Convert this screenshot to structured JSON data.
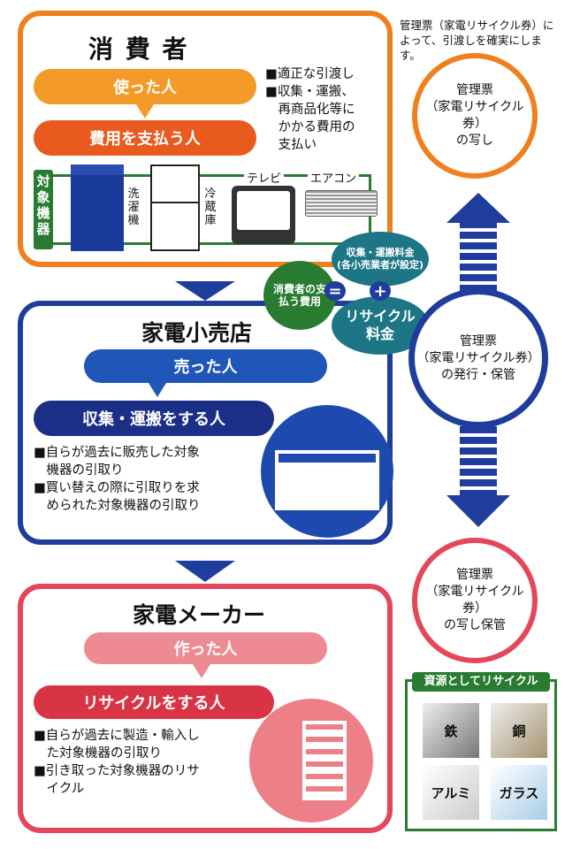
{
  "consumer": {
    "title": "消 費 者",
    "pill1": "使った人",
    "pill2": "費用を支払う人",
    "bullets": [
      "■適正な引渡し",
      "■収集・運搬、",
      "　再商品化等に",
      "　かかる費用の",
      "　支払い"
    ],
    "target_label": "対象機器",
    "appliances": {
      "washer": "洗濯機",
      "fridge": "冷蔵庫",
      "tv": "テレビ",
      "ac": "エアコン"
    }
  },
  "fees": {
    "consumer_cost": "消費者の支払う費用",
    "equals": "=",
    "plus": "+",
    "collection_fee": "収集・運搬料金",
    "collection_note": "(各小売業者が設定)",
    "recycling_fee": "リサイクル料金"
  },
  "retailer": {
    "title": "家電小売店",
    "pill1": "売った人",
    "pill2": "収集・運搬をする人",
    "bullets": [
      "■自らが過去に販売した対象",
      "　機器の引取り",
      "■買い替えの際に引取りを求",
      "　められた対象機器の引取り"
    ]
  },
  "maker": {
    "title": "家電メーカー",
    "pill1": "作った人",
    "pill2": "リサイクルをする人",
    "bullets": [
      "■自らが過去に製造・輸入し",
      "　た対象機器の引取り",
      "■引き取った対象機器のリサ",
      "　イクル"
    ]
  },
  "manifest": {
    "note": "管理票（家電リサイクル券）によって、引渡しを確実にします。",
    "consumer_copy": [
      "管理票",
      "（家電リサイクル券）",
      "の写し"
    ],
    "retailer": [
      "管理票",
      "（家電リサイクル券）",
      "の発行・保管"
    ],
    "maker_copy": [
      "管理票",
      "（家電リサイクル券）",
      "の写し保管"
    ]
  },
  "resources": {
    "title": "資源としてリサイクル",
    "items": [
      "鉄",
      "銅",
      "アルミ",
      "ガラス"
    ]
  },
  "colors": {
    "orange": "#f0801e",
    "blue": "#1e3d9c",
    "pink": "#e5465a",
    "green": "#2a7b32",
    "teal": "#1d7685"
  }
}
